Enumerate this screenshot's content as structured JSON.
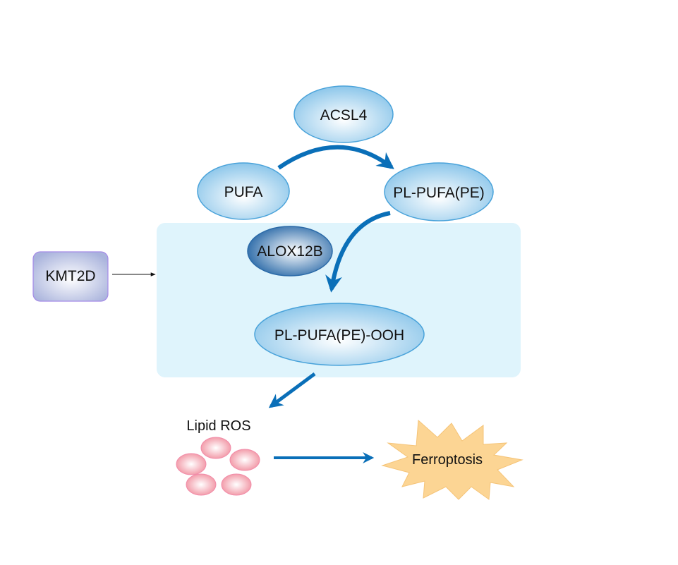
{
  "diagram": {
    "nodes": {
      "acsl4": {
        "label": "ACSL4"
      },
      "pufa": {
        "label": "PUFA"
      },
      "pl_pufa_pe": {
        "label": "PL-PUFA(PE)"
      },
      "alox12b": {
        "label": "ALOX12B"
      },
      "kmt2d": {
        "label": "KMT2D"
      },
      "pl_pufa_pe_ooh": {
        "label": "PL-PUFA(PE)-OOH"
      },
      "lipid_ros": {
        "label": "Lipid ROS"
      },
      "ferroptosis": {
        "label": "Ferroptosis"
      }
    },
    "edges": [
      {
        "from": "PUFA",
        "to": "PL-PUFA(PE)",
        "via": "ACSL4"
      },
      {
        "from": "PL-PUFA(PE)",
        "to": "PL-PUFA(PE)-OOH",
        "via": "ALOX12B"
      },
      {
        "from": "KMT2D",
        "to": "ALOX12B region"
      },
      {
        "from": "PL-PUFA(PE)-OOH",
        "to": "Lipid ROS"
      },
      {
        "from": "Lipid ROS",
        "to": "Ferroptosis"
      }
    ],
    "colors": {
      "arrow": "#0a6fb8",
      "region": "#dff4fc",
      "ellipse_fill": "#8cc6ea",
      "ellipse_stroke": "#4aa3da",
      "alox_fill": "#2b6aa8",
      "kmt2d_fill": "#aab4dc",
      "kmt2d_stroke": "#a58ae8",
      "ros_fill": "#f08a9a",
      "ferroptosis_fill": "#fcd594"
    }
  }
}
